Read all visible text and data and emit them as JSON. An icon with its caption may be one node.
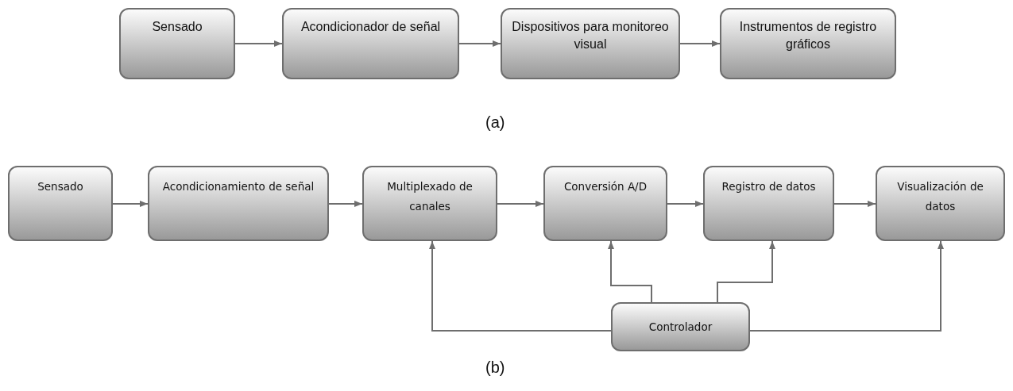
{
  "diagram": {
    "nodes": [
      {
        "text": [
          "Sensado"
        ]
      },
      {
        "text": [
          "Acondicionador de señal"
        ]
      },
      {
        "text": [
          "Dispositivos para monitoreo visual"
        ]
      },
      {
        "text": [
          "Instrumentos de registro gráficos"
        ]
      },
      {
        "text": [
          "Sensado"
        ]
      },
      {
        "text": [
          "Acondicionamiento de señal"
        ]
      },
      {
        "text": [
          "Multiplexado de canales"
        ]
      },
      {
        "text": [
          "Conversión A/D"
        ]
      },
      {
        "text": [
          "Registro de datos"
        ]
      },
      {
        "text": [
          "Visualización de datos"
        ]
      },
      {
        "text": [
          "Controlador"
        ]
      }
    ],
    "edges": [
      {
        "from": 0,
        "to": 1,
        "arrow": "to"
      },
      {
        "from": 1,
        "to": 2,
        "arrow": "to"
      },
      {
        "from": 2,
        "to": 3,
        "arrow": "to"
      },
      {
        "from": 4,
        "to": 5,
        "arrow": "to"
      },
      {
        "from": 5,
        "to": 6,
        "arrow": "to"
      },
      {
        "from": 6,
        "to": 7,
        "arrow": "to"
      },
      {
        "from": 7,
        "to": 8,
        "arrow": "to"
      },
      {
        "from": 8,
        "to": 9,
        "arrow": "to"
      },
      {
        "from": 10,
        "to": 6,
        "arrow": "to"
      },
      {
        "from": 10,
        "to": 7,
        "arrow": "to"
      },
      {
        "from": 10,
        "to": 8,
        "arrow": "to"
      },
      {
        "from": 10,
        "to": 9,
        "arrow": "to"
      }
    ],
    "labels": [
      "(a)",
      "(b)"
    ]
  }
}
